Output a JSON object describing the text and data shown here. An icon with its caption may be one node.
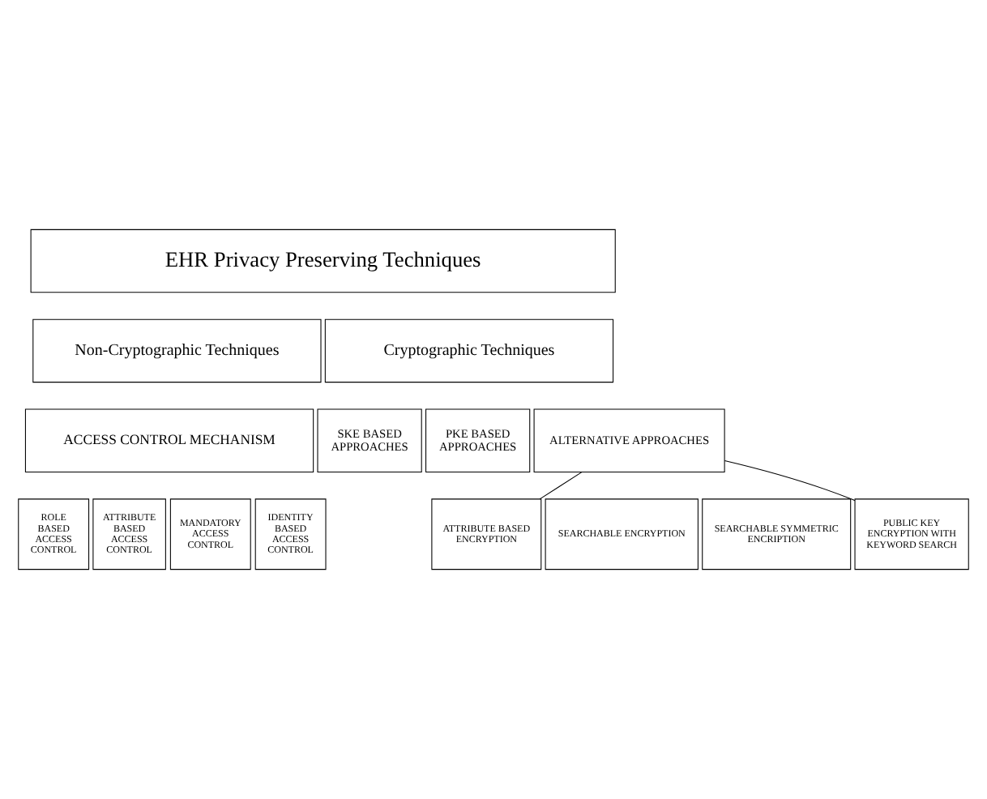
{
  "diagram": {
    "nodes": [
      {
        "text": [
          "EHR Privacy Preserving Techniques"
        ]
      },
      {
        "text": [
          "Non-Cryptographic Techniques"
        ]
      },
      {
        "text": [
          "Cryptographic Techniques"
        ]
      },
      {
        "text": [
          "ACCESS CONTROL MECHANISM"
        ]
      },
      {
        "text": [
          "SKE BASED APPROACHES"
        ]
      },
      {
        "text": [
          "PKE BASED APPROACHES"
        ]
      },
      {
        "text": [
          "ALTERNATIVE APPROACHES"
        ]
      },
      {
        "text": [
          "ROLE BASED ACCESS CONTROL"
        ]
      },
      {
        "text": [
          "ATTRIBUTE BASED ACCESS CONTROL"
        ]
      },
      {
        "text": [
          "MANDATORY ACCESS CONTROL"
        ]
      },
      {
        "text": [
          "IDENTITY BASED ACCESS CONTROL"
        ]
      },
      {
        "text": [
          "ATTRIBUTE BASED ENCRYPTION"
        ]
      },
      {
        "text": [
          "SEARCHABLE ENCRYPTION"
        ]
      },
      {
        "text": [
          "SEARCHABLE SYMMETRIC ENCRIPTION"
        ]
      },
      {
        "text": [
          "PUBLIC KEY ENCRYPTION WITH KEYWORD SEARCH"
        ]
      }
    ],
    "edges": [
      {
        "from": 6,
        "to": 11,
        "arrow": "none"
      },
      {
        "from": 6,
        "to": 14,
        "arrow": "none"
      }
    ]
  }
}
